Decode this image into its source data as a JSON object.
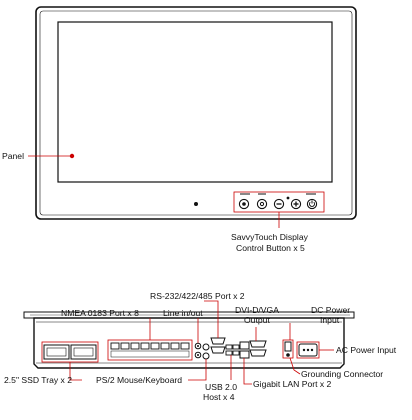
{
  "labels": {
    "panel": "Panel",
    "savvy_line1": "SavvyTouch Display",
    "savvy_line2": "Control Button x 5",
    "rs232": "RS-232/422/485 Port x 2",
    "nmea": "NMEA 0183 Port x 8",
    "line_io": "Line in/out",
    "dvi_line1": "DVI-D/VGA",
    "dvi_line2": "Output",
    "dc_line1": "DC Power",
    "dc_line2": "Input",
    "ac": "AC Power Input",
    "ground": "Grounding Connector",
    "lan": "Gigabit LAN Port  x 2",
    "usb_line1": "USB 2.0",
    "usb_line2": "Host x 4",
    "ps2": "PS/2 Mouse/Keyboard",
    "ssd": "2.5\" SSD Tray x 2"
  },
  "colors": {
    "line": "#111111",
    "leader": "#cc0000",
    "marker": "#cc0000"
  }
}
